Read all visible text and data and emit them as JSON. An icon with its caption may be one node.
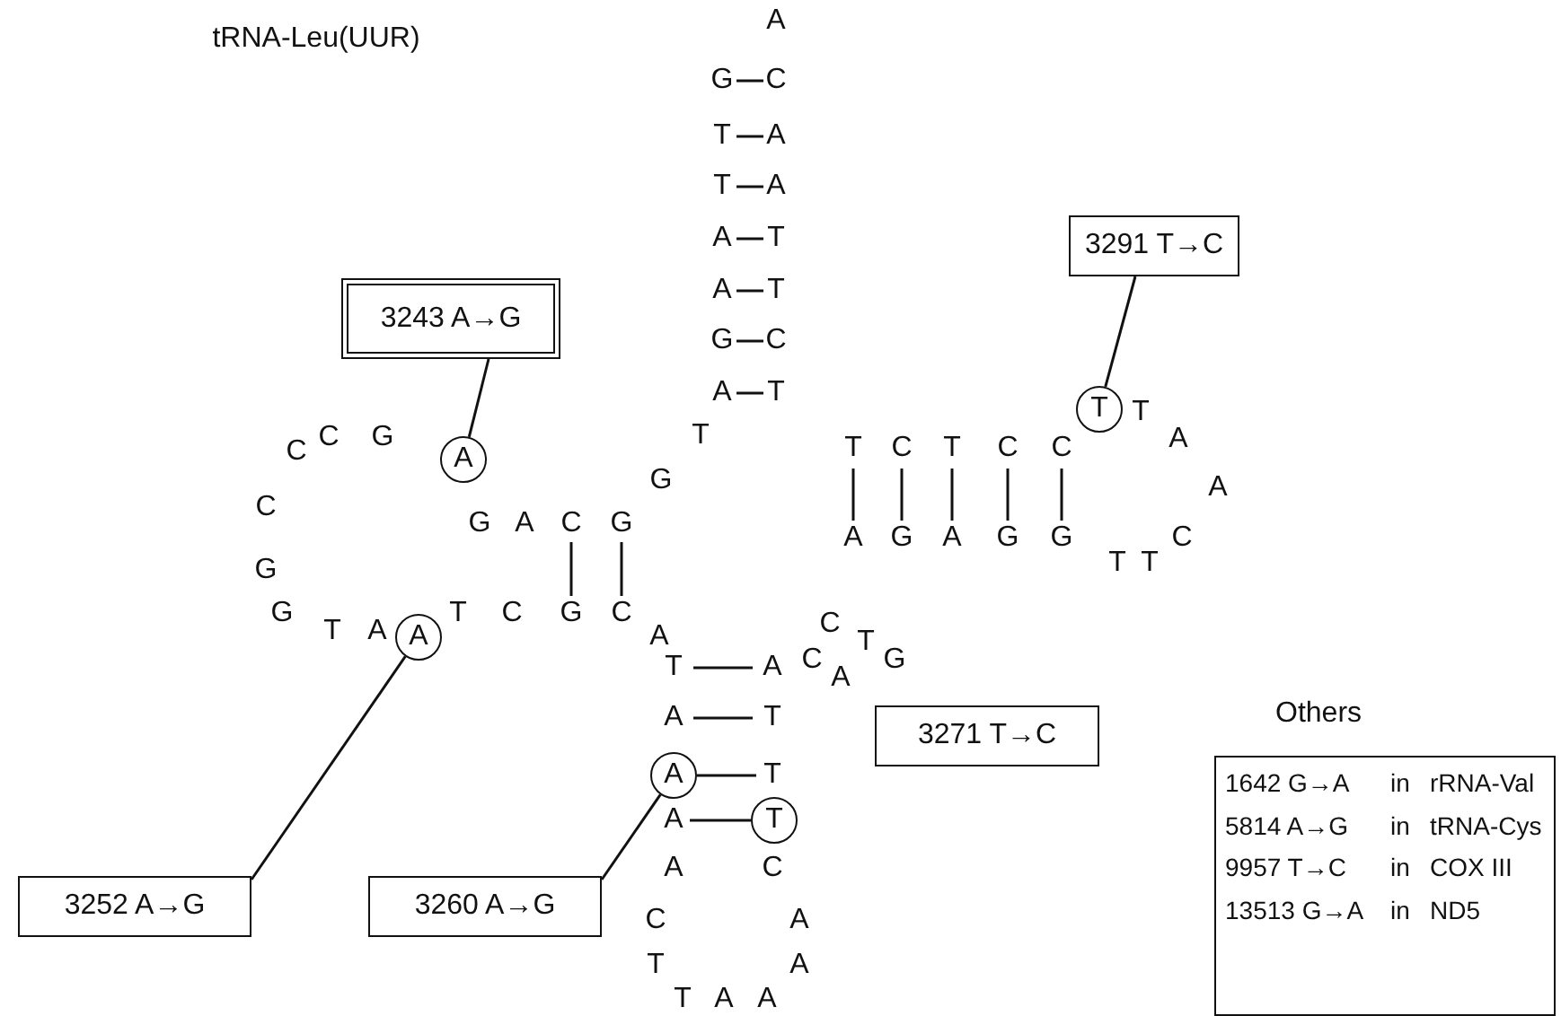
{
  "diagram": {
    "title": "tRNA-Leu(UUR)",
    "nodes": [
      {
        "text": [
          "3243 A→G"
        ]
      },
      {
        "text": [
          "A"
        ]
      },
      {
        "text": [
          "3291 T→C"
        ]
      },
      {
        "text": [
          "T"
        ]
      },
      {
        "text": [
          "3252 A→G"
        ]
      },
      {
        "text": [
          "A"
        ]
      },
      {
        "text": [
          "3260 A→G"
        ]
      },
      {
        "text": [
          "A"
        ]
      },
      {
        "text": [
          "T"
        ]
      },
      {
        "text": [
          "3271 T→C"
        ]
      },
      {
        "text": [
          "Others",
          "1642 G→A",
          "in",
          "rRNA-Val",
          "5814 A→G",
          "in",
          "tRNA-Cys",
          "9957 T→C",
          "in",
          "COX III",
          "13513 G→A",
          "in",
          "ND5"
        ]
      }
    ],
    "edges": [
      {
        "from": 0,
        "to": 1,
        "arrow": "none"
      },
      {
        "from": 2,
        "to": 3,
        "arrow": "none"
      },
      {
        "from": 4,
        "to": 5,
        "arrow": "none"
      },
      {
        "from": 6,
        "to": 7,
        "arrow": "none"
      }
    ],
    "labels": [
      "A",
      "G",
      "C",
      "T",
      "A",
      "T",
      "A",
      "A",
      "T",
      "A",
      "T",
      "G",
      "C",
      "A",
      "T",
      "C",
      "C",
      "G",
      "T",
      "T",
      "C",
      "T",
      "C",
      "C",
      "T",
      "A",
      "G",
      "A",
      "C",
      "G",
      "A",
      "C",
      "G",
      "A",
      "G",
      "A",
      "G",
      "G",
      "C",
      "G",
      "T",
      "T",
      "G",
      "T",
      "C",
      "G",
      "C",
      "T",
      "A",
      "A",
      "C",
      "T",
      "T",
      "A",
      "C",
      "A",
      "G",
      "A",
      "T",
      "T",
      "A",
      "A",
      "C",
      "C",
      "A",
      "T",
      "A",
      "T",
      "A",
      "A"
    ]
  }
}
